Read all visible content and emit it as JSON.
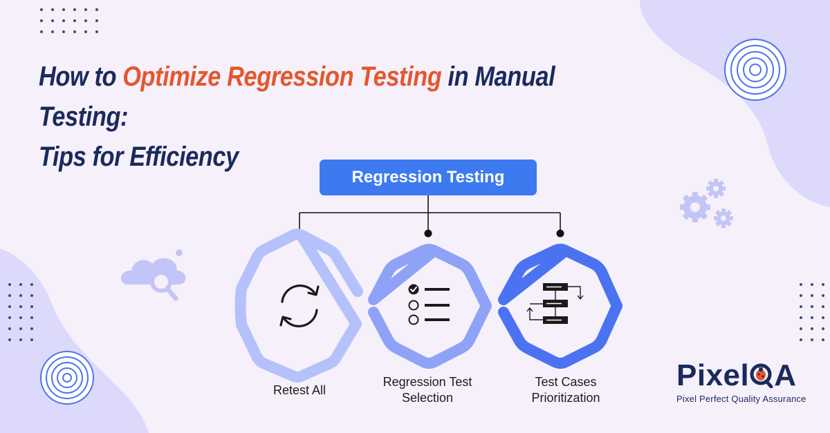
{
  "title": {
    "line1_start": "How to ",
    "line1_accent": "Optimize Regression Testing",
    "line1_end": " in Manual Testing:",
    "line2": "Tips for Efficiency"
  },
  "diagram": {
    "root": "Regression Testing",
    "nodes": [
      {
        "id": "retest-all",
        "line1": "Retest All",
        "line2": "",
        "icon": "refresh-cycle-icon"
      },
      {
        "id": "regression-test-selection",
        "line1": "Regression Test",
        "line2": "Selection",
        "icon": "checklist-icon"
      },
      {
        "id": "test-cases-prioritization",
        "line1": "Test Cases",
        "line2": "Prioritization",
        "icon": "flowchart-icon"
      }
    ]
  },
  "logo": {
    "word_start": "Pixel",
    "word_end": "A",
    "tagline": "Pixel Perfect Quality Assurance"
  },
  "colors": {
    "background": "#f6f0fb",
    "title": "#1a2a5c",
    "accent": "#e4572e",
    "primary": "#3d7af0",
    "hex_light": "#b6c2fb",
    "hex_mid": "#8fa3f7",
    "hex_dark": "#4b73f1",
    "decor": "#c9cbf5"
  }
}
